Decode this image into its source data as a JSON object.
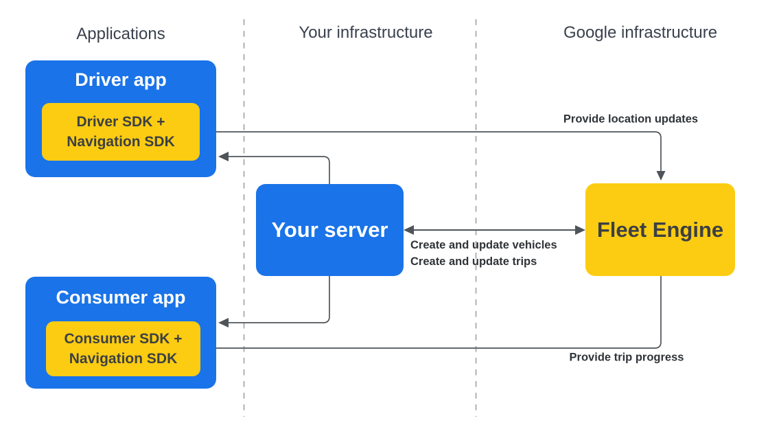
{
  "headers": [
    {
      "label": "Applications"
    },
    {
      "label": "Your infrastructure"
    },
    {
      "label": "Google infrastructure"
    }
  ],
  "nodes": {
    "driver_app": {
      "title": "Driver app",
      "sdk_line1": "Driver SDK +",
      "sdk_line2": "Navigation SDK"
    },
    "your_server": {
      "title": "Your server"
    },
    "fleet_engine": {
      "title": "Fleet Engine"
    },
    "consumer_app": {
      "title": "Consumer app",
      "sdk_line1": "Consumer SDK +",
      "sdk_line2": "Navigation SDK"
    }
  },
  "edges": {
    "driver_to_fleet": {
      "label": "Provide location updates"
    },
    "server_fleet": {
      "label_line1": "Create and update vehicles",
      "label_line2": "Create and update trips"
    },
    "fleet_to_consumer": {
      "label": "Provide trip progress"
    }
  },
  "colors": {
    "blue": "#1A73E8",
    "yellow": "#FCCC12",
    "arrow": "#4E545A",
    "divider": "#9CA1A7",
    "heading_text": "#39414D",
    "dark_text": "#3C4043",
    "label_text": "#2F3337",
    "white_text": "#FFFFFF"
  }
}
